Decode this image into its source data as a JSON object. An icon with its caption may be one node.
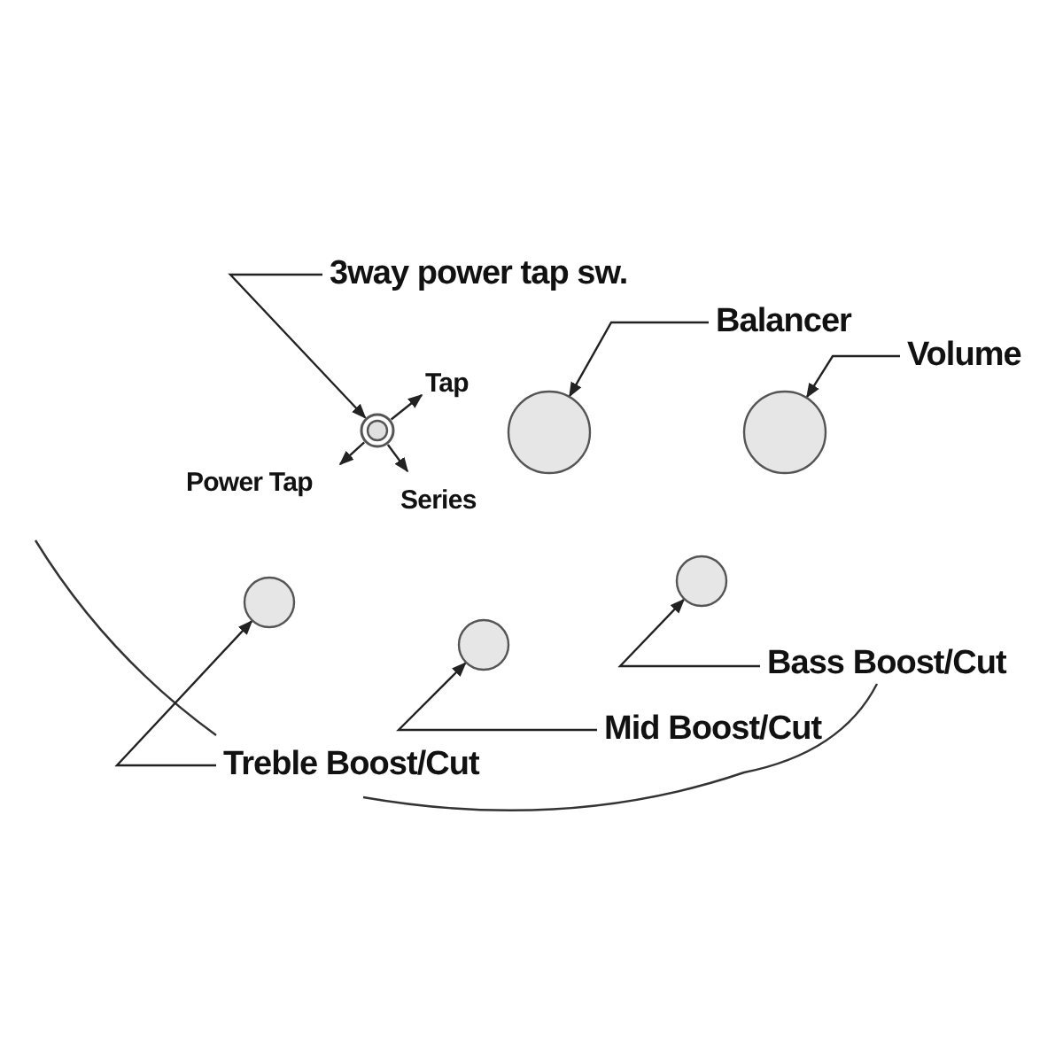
{
  "diagram": {
    "nodes": [
      {
        "text": [
          "3way power tap sw."
        ]
      },
      {
        "text": [],
        "shape": "circle"
      },
      {
        "text": [
          "Tap"
        ]
      },
      {
        "text": [
          "Power Tap"
        ]
      },
      {
        "text": [
          "Series"
        ]
      },
      {
        "text": [
          "Balancer"
        ]
      },
      {
        "text": [],
        "shape": "circle"
      },
      {
        "text": [
          "Volume"
        ]
      },
      {
        "text": [],
        "shape": "circle"
      },
      {
        "text": [],
        "shape": "circle"
      },
      {
        "text": [],
        "shape": "circle"
      },
      {
        "text": [],
        "shape": "circle"
      },
      {
        "text": [
          "Treble Boost/Cut"
        ]
      },
      {
        "text": [
          "Mid Boost/Cut"
        ]
      },
      {
        "text": [
          "Bass Boost/Cut"
        ]
      }
    ],
    "edges": [
      {
        "from": 0,
        "to": 1,
        "arrow": "to"
      },
      {
        "from": 1,
        "to": 2,
        "arrow": "to"
      },
      {
        "from": 1,
        "to": 3,
        "arrow": "to"
      },
      {
        "from": 1,
        "to": 4,
        "arrow": "to"
      },
      {
        "from": 5,
        "to": 6,
        "arrow": "to"
      },
      {
        "from": 7,
        "to": 8,
        "arrow": "to"
      },
      {
        "from": 12,
        "to": 9,
        "arrow": "to"
      },
      {
        "from": 13,
        "to": 10,
        "arrow": "to"
      },
      {
        "from": 14,
        "to": 11,
        "arrow": "to"
      }
    ]
  }
}
